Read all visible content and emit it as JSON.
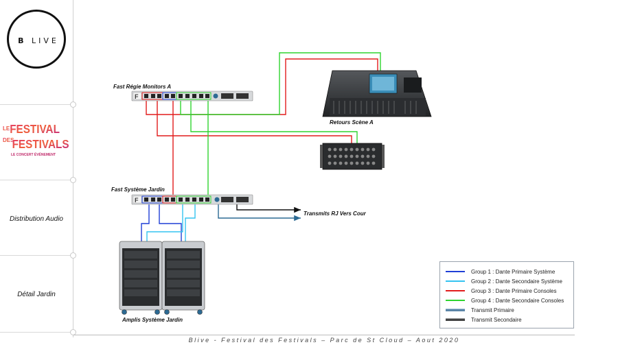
{
  "brand": {
    "logo_text_bold": "B",
    "logo_text_rest": "LIVE",
    "festival_logo": {
      "le": "LE",
      "festival": "FESTIVAL",
      "des": "DES",
      "festivals": "FESTIVALS",
      "tagline": "LE CONCERT ÉVÉNEMENT"
    }
  },
  "sections": {
    "distribution": "Distribution Audio",
    "detail": "Détail Jardin"
  },
  "devices": {
    "fast_regie": "Fast Régie Monitors A",
    "retours": "Retours Scène A",
    "fast_systeme": "Fast Système Jardin",
    "amplis": "Amplis Système Jardin",
    "transmit_label": "Transmits RJ Vers Cour"
  },
  "legend": {
    "items": [
      {
        "label": "Group 1 : Dante Primaire Système",
        "color": "#1f3fd6"
      },
      {
        "label": "Group 2 : Dante Secondaire Système",
        "color": "#33c3f0"
      },
      {
        "label": "Group 3 : Dante Primaire Consoles",
        "color": "#e21b1b"
      },
      {
        "label": "Group 4 : Dante Secondaire Consoles",
        "color": "#2fd42f"
      },
      {
        "label": "Transmit Primaire",
        "color": "#5b86a8"
      },
      {
        "label": "Transmit Secondaire",
        "color": "#444444"
      }
    ]
  },
  "footer": "Blive - Festival des Festivals – Parc de St Cloud – Aout 2020",
  "colors": {
    "group1": "#1f3fd6",
    "group2": "#33c3f0",
    "group3": "#e21b1b",
    "group4": "#2fd42f",
    "transmit_primary": "#2c6a93",
    "transmit_secondary": "#111111"
  }
}
